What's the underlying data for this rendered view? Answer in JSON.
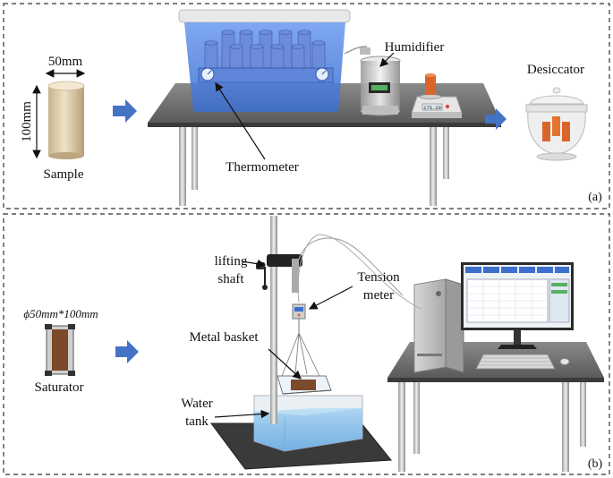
{
  "panel_a": {
    "tag": "(a)",
    "dim_width": "50mm",
    "dim_height": "100mm",
    "sample_label": "Sample",
    "thermometer_label": "Thermometer",
    "humidifier_label": "Humidifier",
    "desiccator_label": "Desiccator",
    "scale_display": "175.20"
  },
  "panel_b": {
    "tag": "(b)",
    "saturator_dim": "ϕ50mm*100mm",
    "saturator_label": "Saturator",
    "lifting_label_1": "lifting",
    "lifting_label_2": "shaft",
    "tension_label_1": "Tension",
    "tension_label_2": "meter",
    "basket_label": "Metal basket",
    "water_label_1": "Water",
    "water_label_2": "tank"
  },
  "colors": {
    "arrow_blue": "#4472c4",
    "chamber_blue": "#4f7fd8",
    "water_blue": "#8ec3ec",
    "sample_tan": "#d8c3a0",
    "orange_sample": "#d9652a",
    "frame_dash": "#333333"
  }
}
